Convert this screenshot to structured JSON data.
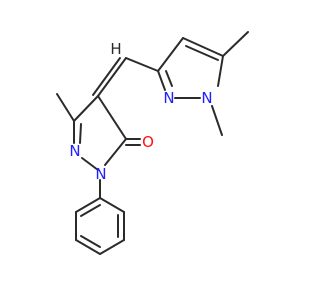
{
  "molecule": {
    "colors": {
      "bond": "#2b2b2b",
      "nitrogen": "#2020ff",
      "oxygen": "#ff1010",
      "hydrogen": "#2b2b2b"
    },
    "labels": {
      "n_top_right_1": "N",
      "n_top_right_2": "N",
      "n_pyrazolone_left": "N",
      "n_pyrazolone_bottom": "N",
      "oxygen": "O",
      "hydrogen": "H"
    }
  }
}
